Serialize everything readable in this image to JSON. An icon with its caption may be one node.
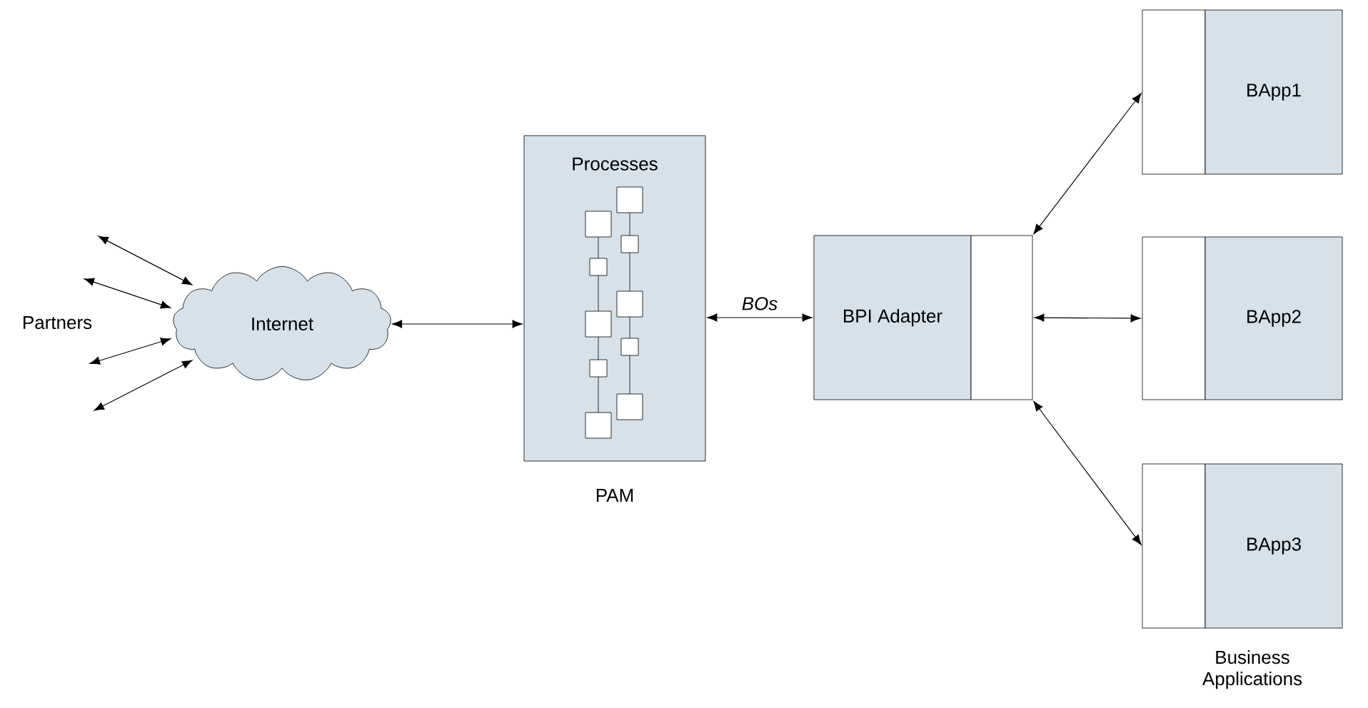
{
  "diagram": {
    "nodes": [
      {
        "text": [
          "Internet"
        ]
      },
      {
        "text": [
          "Processes"
        ],
        "beside": [
          "PAM"
        ]
      },
      {
        "text": [
          "BPI Adapter"
        ]
      },
      {
        "text": [],
        "shape": "box"
      },
      {
        "text": [],
        "shape": "box"
      },
      {
        "text": [
          "BApp1"
        ]
      },
      {
        "text": [],
        "shape": "box"
      },
      {
        "text": [
          "BApp2"
        ]
      },
      {
        "text": [],
        "shape": "box"
      },
      {
        "text": [
          "BApp3"
        ]
      }
    ],
    "edges": [
      {
        "from": null,
        "to": 0,
        "arrow": "both"
      },
      {
        "from": null,
        "to": 0,
        "arrow": "both"
      },
      {
        "from": null,
        "to": 0,
        "arrow": "both"
      },
      {
        "from": null,
        "to": 0,
        "arrow": "both"
      },
      {
        "from": 0,
        "to": 1,
        "arrow": "both"
      },
      {
        "from": 1,
        "to": 2,
        "arrow": "both",
        "label": "BOs"
      },
      {
        "from": 3,
        "to": 4,
        "arrow": "both"
      },
      {
        "from": 3,
        "to": 6,
        "arrow": "both"
      },
      {
        "from": 3,
        "to": 8,
        "arrow": "both"
      }
    ],
    "labels": [
      "Partners",
      "Business Applications"
    ]
  }
}
